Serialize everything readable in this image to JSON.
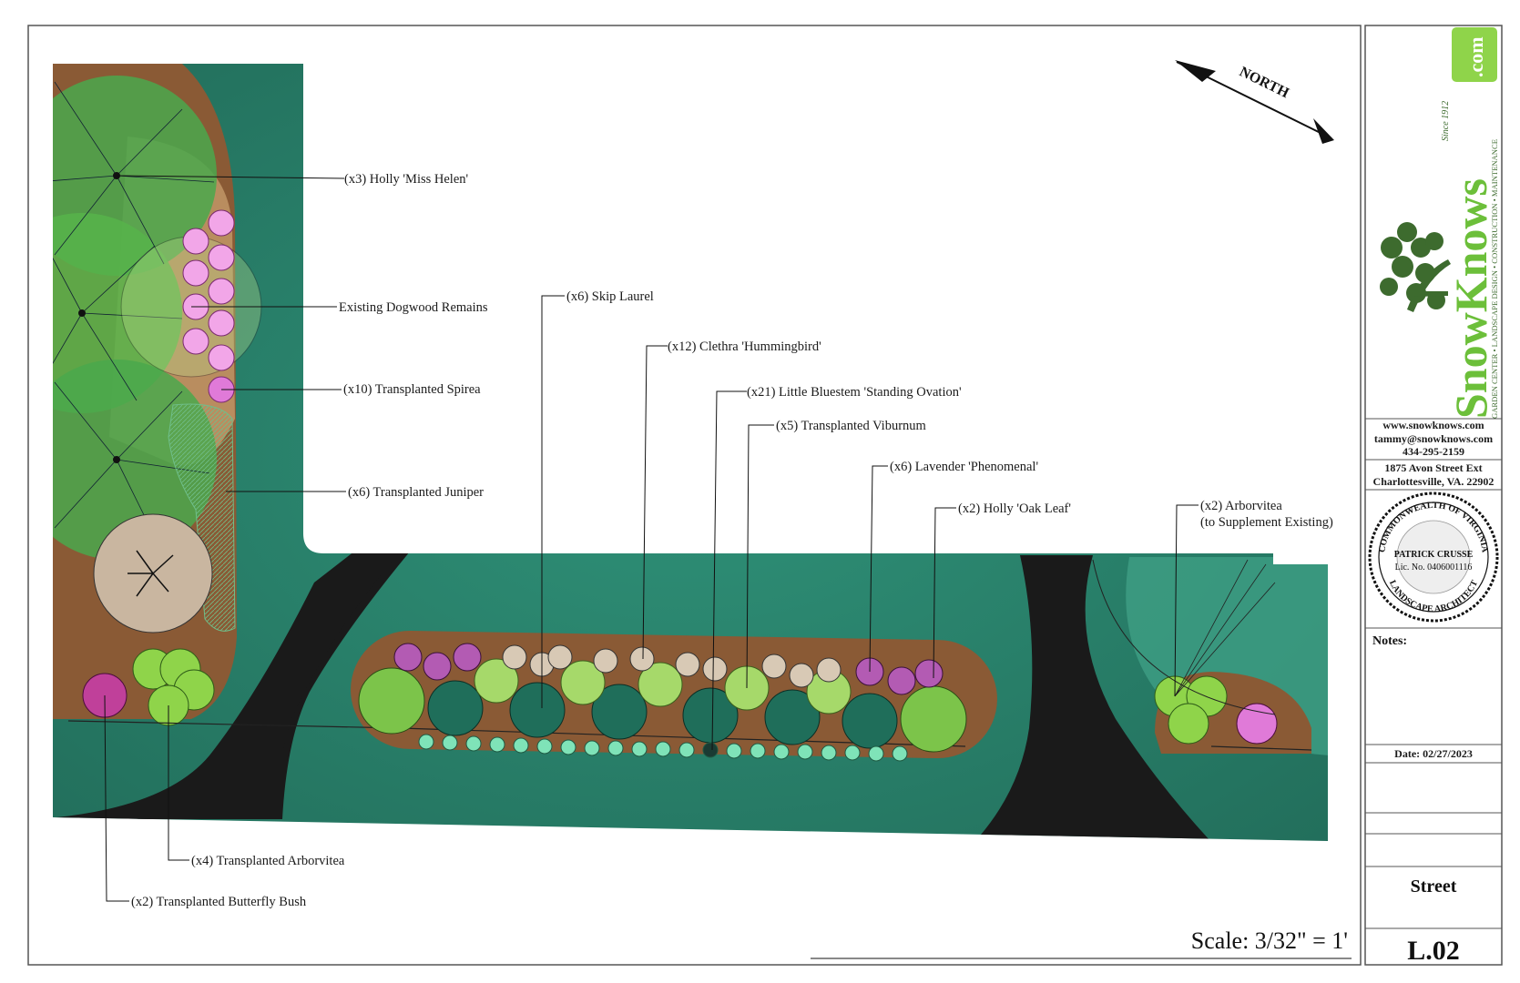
{
  "compass": {
    "label": "NORTH"
  },
  "labels": {
    "holly_miss_helen": "(x3) Holly 'Miss Helen'",
    "dogwood": "Existing Dogwood Remains",
    "spirea": "(x10) Transplanted Spirea",
    "juniper": "(x6) Transplanted Juniper",
    "skip_laurel": "(x6) Skip Laurel",
    "clethra": "(x12) Clethra 'Hummingbird'",
    "bluestem": "(x21) Little Bluestem 'Standing Ovation'",
    "viburnum": "(x5) Transplanted Viburnum",
    "lavender": "(x6) Lavender 'Phenomenal'",
    "holly_oak_leaf": "(x2) Holly 'Oak Leaf'",
    "arborvitea_line1": "(x2) Arborvitea",
    "arborvitea_line2": "(to Supplement Existing)",
    "trans_arborvitea": "(x4) Transplanted Arborvitea",
    "butterfly_bush": "(x2) Transplanted Butterfly Bush"
  },
  "scale": "Scale: 3/32\" = 1'",
  "title_block": {
    "logo_main": "SnowKnows",
    "logo_com": ".com",
    "logo_since": "Since 1912",
    "logo_tagline": "GARDEN CENTER • LANDSCAPE DESIGN • CONSTRUCTION • MAINTENANCE",
    "website": "www.snowknows.com",
    "email": "tammy@snowknows.com",
    "phone": "434-295-2159",
    "address1": "1875 Avon Street Ext",
    "address2": "Charlottesville, VA. 22902",
    "seal_top": "COMMONWEALTH OF VIRGINIA",
    "seal_bottom": "LANDSCAPE ARCHITECT",
    "seal_name": "PATRICK CRUSSE",
    "seal_lic": "Lic. No. 0406001116",
    "notes_label": "Notes:",
    "date": "Date: 02/27/2023",
    "sheet_name": "Street",
    "sheet_number": "L.02"
  },
  "colors": {
    "lawn": "#2e8a72",
    "asphalt": "#1a1a1a",
    "mulch": "#8a5a35",
    "holly": "#6cbf3a",
    "pink_shrub": "#e07ad8",
    "lavender": "#a64ea6"
  }
}
